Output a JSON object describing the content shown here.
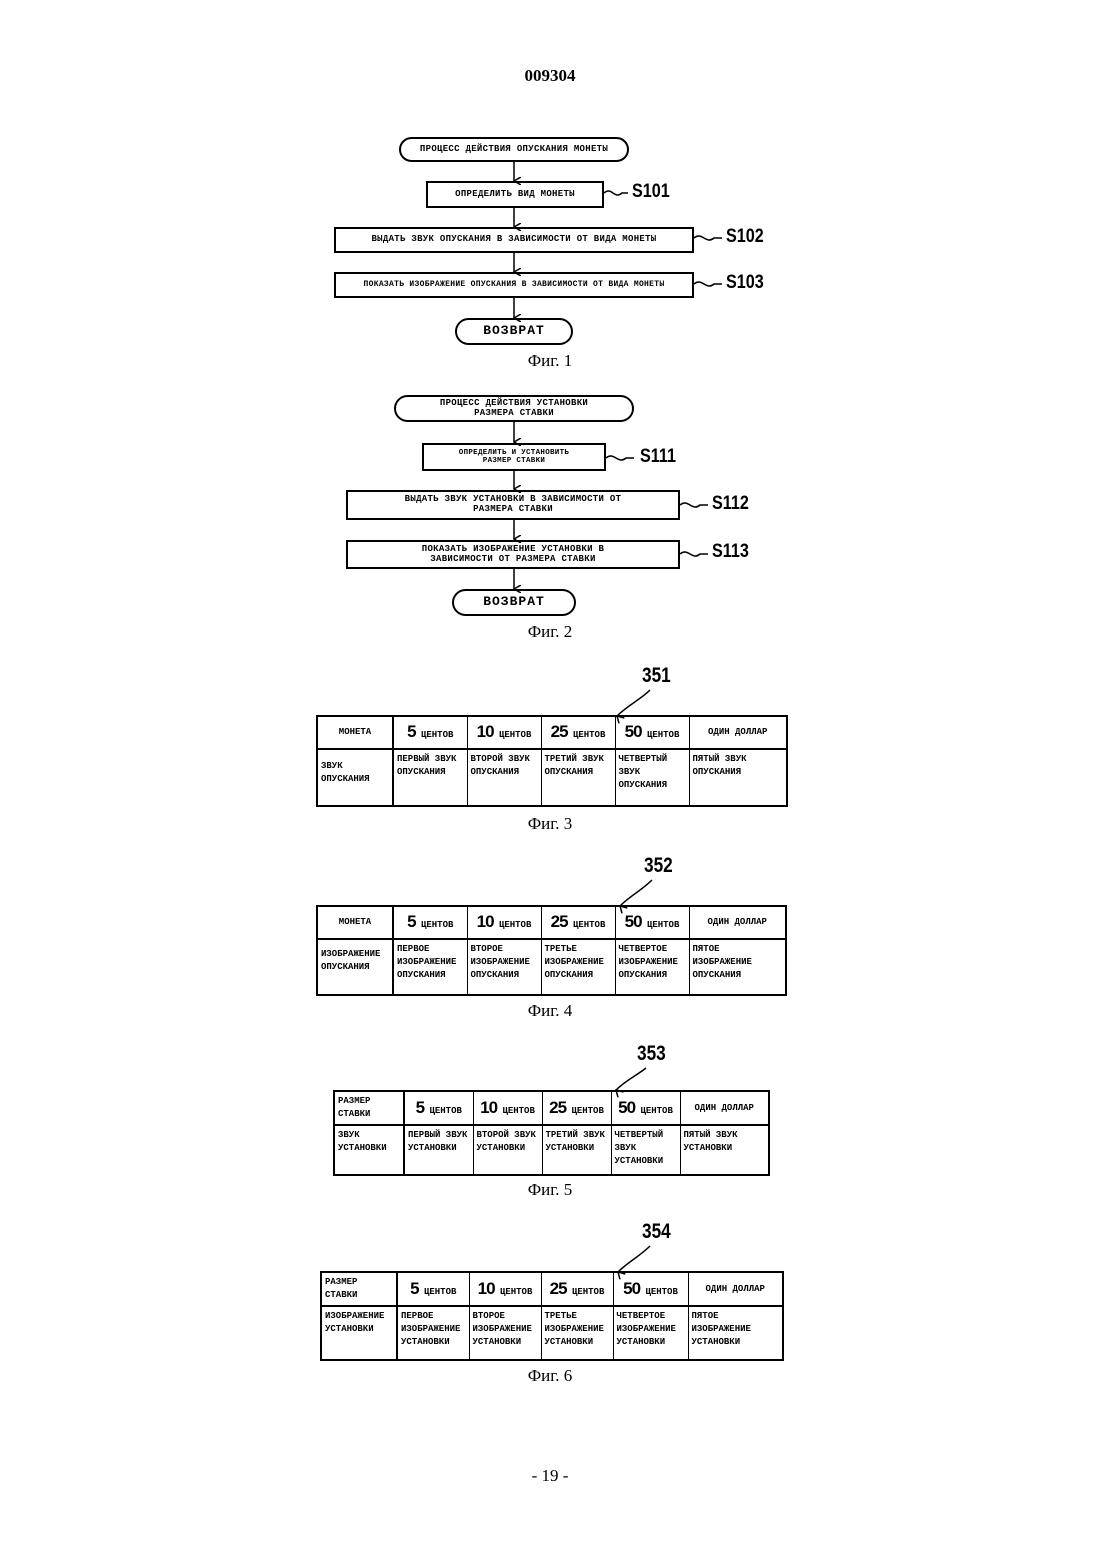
{
  "header": {
    "doc_number": "009304"
  },
  "footer": {
    "page_number": "- 19 -"
  },
  "fig1": {
    "start": "ПРОЦЕСС ДЕЙСТВИЯ ОПУСКАНИЯ МОНЕТЫ",
    "steps": [
      {
        "text": "ОПРЕДЕЛИТЬ ВИД МОНЕТЫ",
        "label": "S101"
      },
      {
        "text": "ВЫДАТЬ ЗВУК ОПУСКАНИЯ В ЗАВИСИМОСТИ ОТ ВИДА МОНЕТЫ",
        "label": "S102"
      },
      {
        "text": "ПОКАЗАТЬ ИЗОБРАЖЕНИЕ ОПУСКАНИЯ В ЗАВИСИМОСТИ ОТ ВИДА МОНЕТЫ",
        "label": "S103"
      }
    ],
    "end": "ВОЗВРАТ",
    "caption": "Фиг. 1"
  },
  "fig2": {
    "start": "ПРОЦЕСС ДЕЙСТВИЯ УСТАНОВКИ РАЗМЕРА СТАВКИ",
    "steps": [
      {
        "text": "ОПРЕДЕЛИТЬ И УСТАНОВИТЬ РАЗМЕР СТАВКИ",
        "label": "S111"
      },
      {
        "text": "ВЫДАТЬ ЗВУК УСТАНОВКИ В ЗАВИСИМОСТИ ОТ РАЗМЕРА СТАВКИ",
        "label": "S112"
      },
      {
        "text": "ПОКАЗАТЬ ИЗОБРАЖЕНИЕ УСТАНОВКИ В ЗАВИСИМОСТИ ОТ РАЗМЕРА СТАВКИ",
        "label": "S113"
      }
    ],
    "end": "ВОЗВРАТ",
    "caption": "Фиг. 2"
  },
  "columns": [
    {
      "num": "5",
      "unit": "ЦЕНТОВ"
    },
    {
      "num": "10",
      "unit": "ЦЕНТОВ"
    },
    {
      "num": "25",
      "unit": "ЦЕНТОВ"
    },
    {
      "num": "50",
      "unit": "ЦЕНТОВ"
    },
    {
      "num": "",
      "unit": "ОДИН ДОЛЛАР"
    }
  ],
  "tables": [
    {
      "ref": "351",
      "caption": "Фиг. 3",
      "header_first": "МОНЕТА",
      "row_first": "ЗВУК ОПУСКАНИЯ",
      "cells": [
        "ПЕРВЫЙ ЗВУК ОПУСКАНИЯ",
        "ВТОРОЙ ЗВУК ОПУСКАНИЯ",
        "ТРЕТИЙ ЗВУК ОПУСКАНИЯ",
        "ЧЕТВЕРТЫЙ ЗВУК ОПУСКАНИЯ",
        "ПЯТЫЙ ЗВУК ОПУСКАНИЯ"
      ]
    },
    {
      "ref": "352",
      "caption": "Фиг. 4",
      "header_first": "МОНЕТА",
      "row_first": "ИЗОБРАЖЕНИЕ ОПУСКАНИЯ",
      "cells": [
        "ПЕРВОЕ ИЗОБРАЖЕНИЕ ОПУСКАНИЯ",
        "ВТОРОЕ ИЗОБРАЖЕНИЕ ОПУСКАНИЯ",
        "ТРЕТЬЕ ИЗОБРАЖЕНИЕ ОПУСКАНИЯ",
        "ЧЕТВЕРТОЕ ИЗОБРАЖЕНИЕ ОПУСКАНИЯ",
        "ПЯТОЕ ИЗОБРАЖЕНИЕ ОПУСКАНИЯ"
      ]
    },
    {
      "ref": "353",
      "caption": "Фиг. 5",
      "header_first": "РАЗМЕР СТАВКИ",
      "row_first": "ЗВУК УСТАНОВКИ",
      "cells": [
        "ПЕРВЫЙ ЗВУК УСТАНОВКИ",
        "ВТОРОЙ ЗВУК УСТАНОВКИ",
        "ТРЕТИЙ ЗВУК УСТАНОВКИ",
        "ЧЕТВЕРТЫЙ ЗВУК УСТАНОВКИ",
        "ПЯТЫЙ ЗВУК УСТАНОВКИ"
      ]
    },
    {
      "ref": "354",
      "caption": "Фиг. 6",
      "header_first": "РАЗМЕР СТАВКИ",
      "row_first": "ИЗОБРАЖЕНИЕ УСТАНОВКИ",
      "cells": [
        "ПЕРВОЕ ИЗОБРАЖЕНИЕ УСТАНОВКИ",
        "ВТОРОЕ ИЗОБРАЖЕНИЕ УСТАНОВКИ",
        "ТРЕТЬЕ ИЗОБРАЖЕНИЕ УСТАНОВКИ",
        "ЧЕТВЕРТОЕ ИЗОБРАЖЕНИЕ УСТАНОВКИ",
        "ПЯТОЕ ИЗОБРАЖЕНИЕ УСТАНОВКИ"
      ]
    }
  ]
}
